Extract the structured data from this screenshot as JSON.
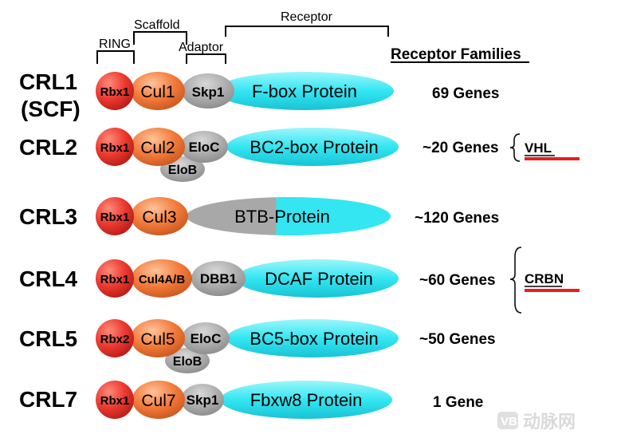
{
  "header": {
    "ring": "RING",
    "scaffold": "Scaffold",
    "adaptor": "Adaptor",
    "receptor": "Receptor",
    "receptor_families": "Receptor Families"
  },
  "complexes": [
    {
      "name_line1": "CRL1",
      "name_line2": "(SCF)",
      "ring": "Rbx1",
      "cullin": "Cul1",
      "adaptor": "Skp1",
      "adaptor2": "",
      "receptor": "F-box Protein",
      "genes": "69 Genes"
    },
    {
      "name_line1": "CRL2",
      "name_line2": "",
      "ring": "Rbx1",
      "cullin": "Cul2",
      "adaptor": "EloC",
      "adaptor2": "EloB",
      "receptor": "BC2-box Protein",
      "genes": "~20 Genes"
    },
    {
      "name_line1": "CRL3",
      "name_line2": "",
      "ring": "Rbx1",
      "cullin": "Cul3",
      "adaptor": "",
      "adaptor2": "",
      "receptor": "BTB-Protein",
      "genes": "~120 Genes"
    },
    {
      "name_line1": "CRL4",
      "name_line2": "",
      "ring": "Rbx1",
      "cullin": "Cul4A/B",
      "adaptor": "DBB1",
      "adaptor2": "",
      "receptor": "DCAF Protein",
      "genes": "~60 Genes"
    },
    {
      "name_line1": "CRL5",
      "name_line2": "",
      "ring": "Rbx2",
      "cullin": "Cul5",
      "adaptor": "EloC",
      "adaptor2": "EloB",
      "receptor": "BC5-box Protein",
      "genes": "~50 Genes"
    },
    {
      "name_line1": "CRL7",
      "name_line2": "",
      "ring": "Rbx1",
      "cullin": "Cul7",
      "adaptor": "Skp1",
      "adaptor2": "",
      "receptor": "Fbxw8 Protein",
      "genes": "1 Gene"
    }
  ],
  "highlights": {
    "vhl": "VHL",
    "crbn": "CRBN"
  },
  "watermark": "动脉网",
  "colors": {
    "ring": "#e8362f",
    "cullin": "#f07a3c",
    "adaptor": "#a8a8a8",
    "receptor": "#33e6f2",
    "underline": "#ee1c1c"
  }
}
